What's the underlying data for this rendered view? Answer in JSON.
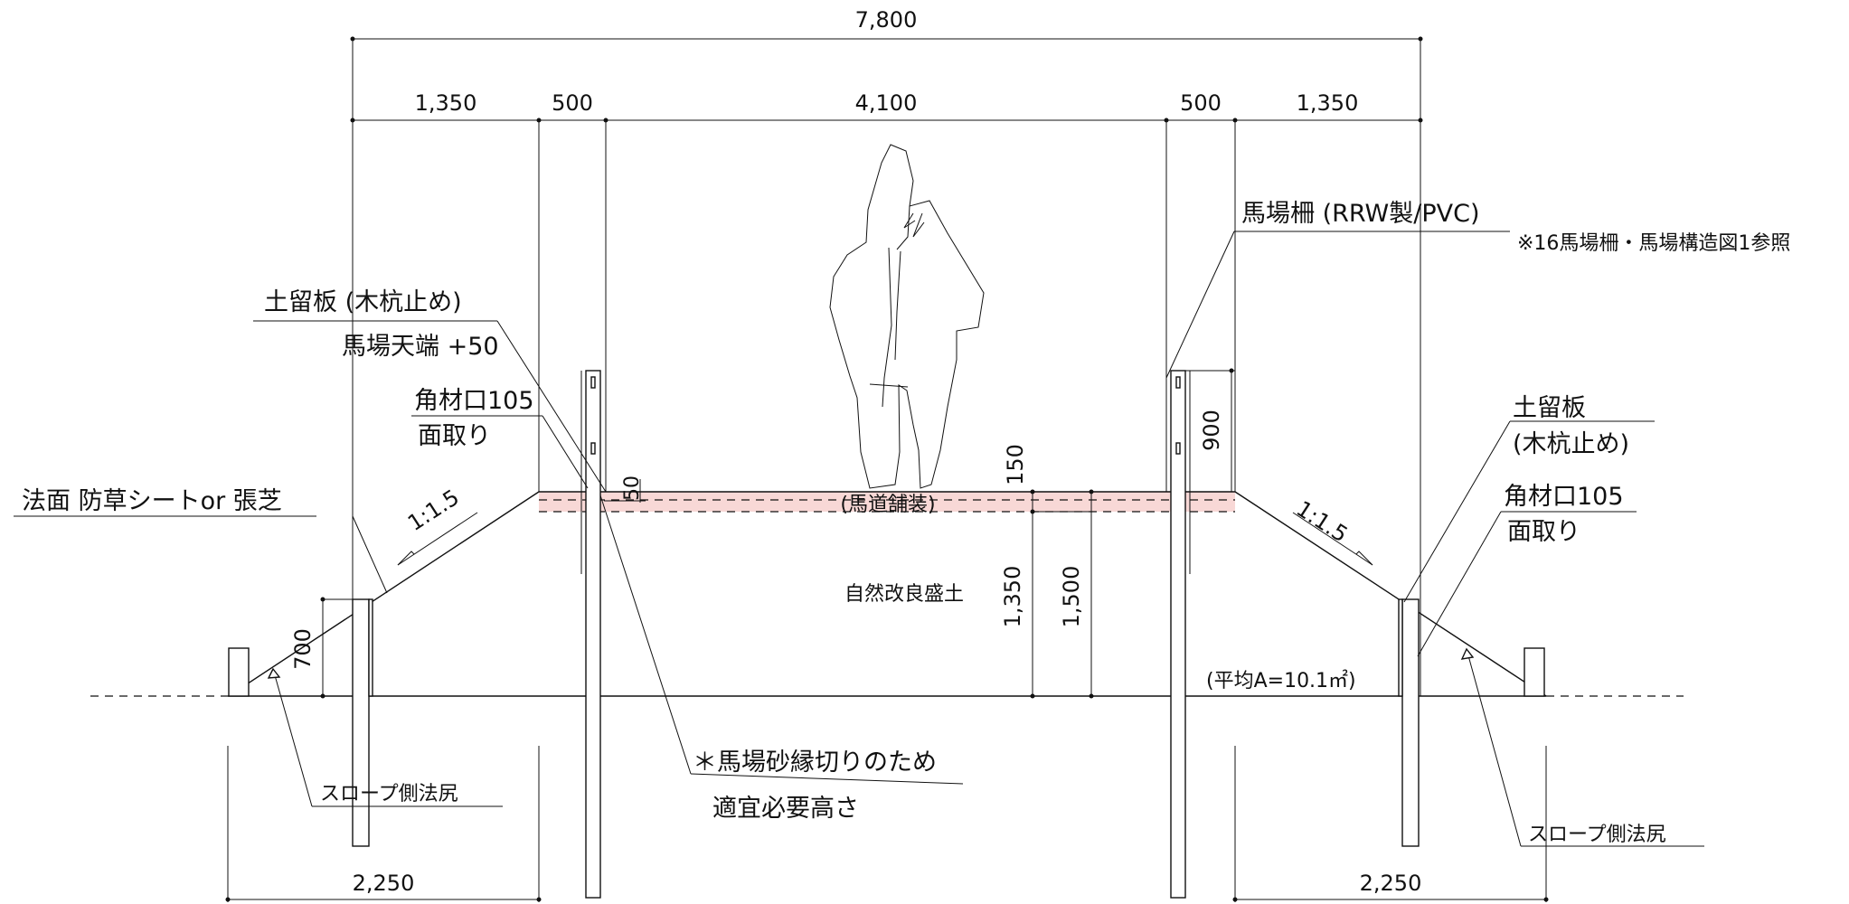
{
  "dimensions": {
    "total_width": "7,800",
    "left_slope": "1,350",
    "left_edge": "500",
    "track_width": "4,100",
    "right_edge": "500",
    "right_slope": "1,350",
    "pavement_150": "150",
    "edge_cut_50": "50",
    "fence_height": "900",
    "fill_1350": "1,350",
    "fill_1500": "1,500",
    "retaining_700": "700",
    "bottom_left": "2,250",
    "bottom_right": "2,250"
  },
  "slopes": {
    "left": "1:1.5",
    "right": "1:1.5"
  },
  "labels": {
    "fence": "馬場柵 (RRW製/PVC)",
    "fence_reference": "※16馬場柵・馬場構造図1参照",
    "left_retaining_board": "土留板 (木杭止め)",
    "track_crown": "馬場天端 +50",
    "left_timber": "角材口105",
    "left_chamfer": "面取り",
    "slope_face": "法面 防草シートor 張芝",
    "pavement": "(馬道舗装)",
    "fill": "自然改良盛土",
    "average_area": "(平均A=10.1㎡)",
    "right_retaining_board": "土留板",
    "right_retaining_board_note": "(木杭止め)",
    "right_timber": "角材口105",
    "right_chamfer": "面取り",
    "edge_cut_note": "＊馬場砂縁切りのため",
    "edge_cut_note_2": "適宜必要高さ",
    "slope_toe_left": "スロープ側法尻",
    "slope_toe_right": "スロープ側法尻"
  },
  "colors": {
    "line": "#111111",
    "pavement_fill": "#f8d8d6"
  }
}
